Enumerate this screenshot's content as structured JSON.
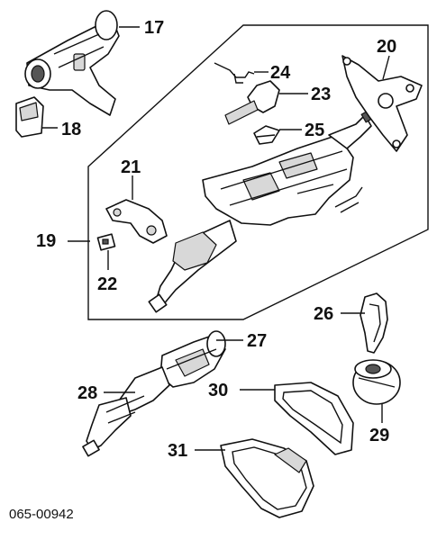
{
  "diagram": {
    "code": "065-00942",
    "labels": {
      "p17": "17",
      "p18": "18",
      "p19": "19",
      "p20": "20",
      "p21": "21",
      "p22": "22",
      "p23": "23",
      "p24": "24",
      "p25": "25",
      "p26": "26",
      "p27": "27",
      "p28": "28",
      "p29": "29",
      "p30": "30",
      "p31": "31"
    }
  }
}
